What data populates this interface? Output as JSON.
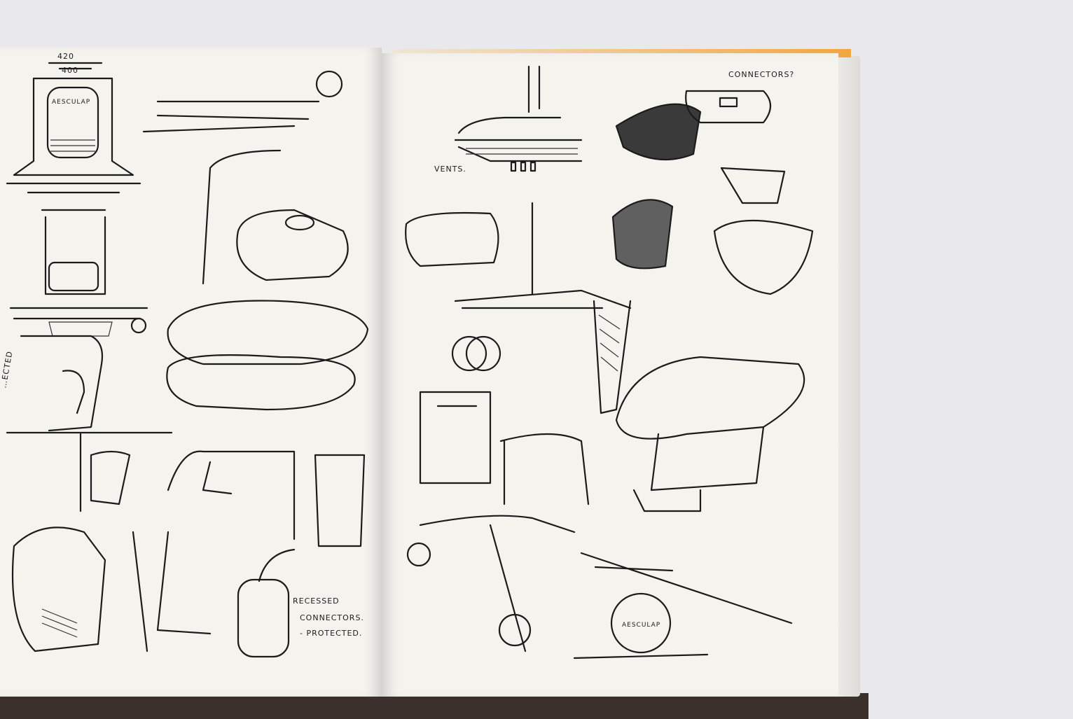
{
  "scene": "sketchbook",
  "colors": {
    "background": "#e9e9eb",
    "paper": "#f4f3ee",
    "ink": "#1b1b1b",
    "page_edge": "#f2a640",
    "cover": "#3b302c"
  },
  "left_page": {
    "dimension_outer": "420",
    "dimension_inner": "400",
    "brand_label": "AESCULAP",
    "side_note": "…ECTED",
    "note_line1": "RECESSED",
    "note_line2": "CONNECTORS.",
    "note_line3": "- PROTECTED."
  },
  "right_page": {
    "vents_label": "VENTS.",
    "connectors_label": "CONNECTORS?",
    "wheel_label": "AESCULAP"
  }
}
